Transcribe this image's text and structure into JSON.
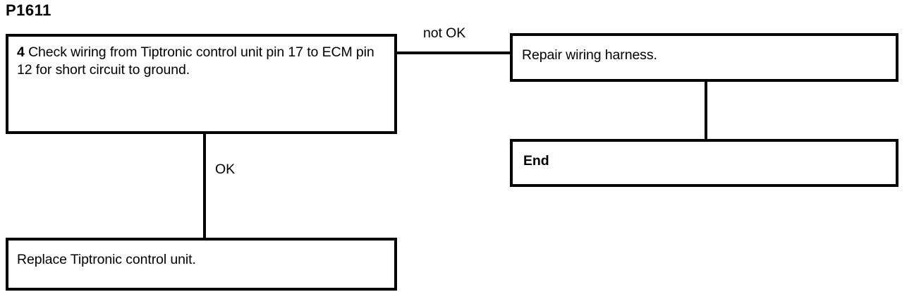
{
  "diagram": {
    "title": "P1611",
    "type": "flowchart",
    "nodes": {
      "step4": {
        "number": "4",
        "text": "Check wiring from Tiptronic control unit pin 17 to ECM pin 12 for short circuit to ground.",
        "full_text": "4 Check wiring from Tiptronic control unit pin 17 to ECM pin 12 for short circuit to ground."
      },
      "repair": {
        "text": "Repair wiring harness."
      },
      "end": {
        "text": "End"
      },
      "replace": {
        "text": "Replace Tiptronic control unit."
      }
    },
    "edges": {
      "not_ok_label": "not OK",
      "ok_label": "OK"
    },
    "colors": {
      "line": "#000000",
      "background": "#ffffff",
      "text": "#000000"
    }
  }
}
